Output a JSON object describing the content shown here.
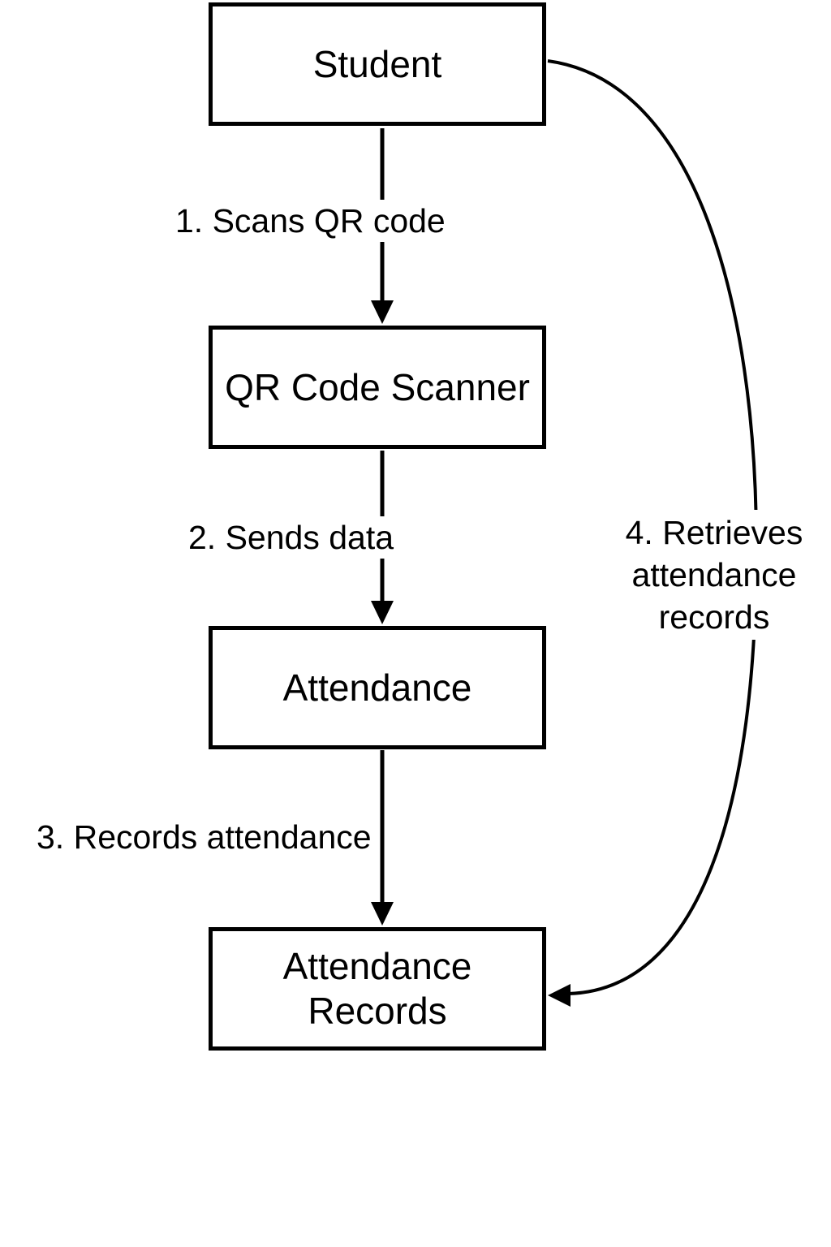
{
  "nodes": {
    "student": "Student",
    "qr_scanner": "QR Code Scanner",
    "attendance": "Attendance",
    "attendance_records": "Attendance\nRecords"
  },
  "edges": {
    "scan": "1. Scans QR code",
    "send": "2. Sends data",
    "record": "3. Records attendance",
    "retrieve": "4. Retrieves\nattendance\nrecords"
  },
  "colors": {
    "stroke": "#000000",
    "background": "#ffffff"
  }
}
